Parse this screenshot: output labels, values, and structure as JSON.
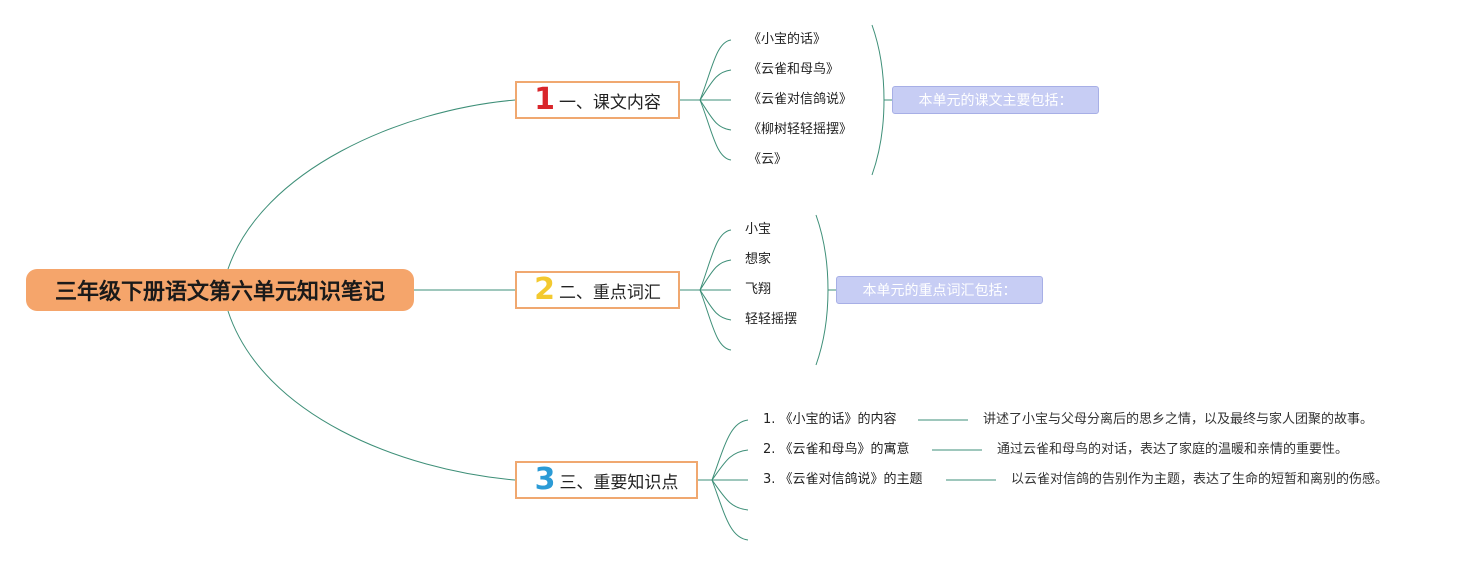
{
  "root": {
    "title": "三年级下册语文第六单元知识笔记"
  },
  "colors": {
    "root_fill": "#f5a56b",
    "branch_border": "#f0a870",
    "connector": "#3e8f78",
    "summary_fill": "#c7cdf4",
    "num1": "#d9262b",
    "num2": "#f3c92f",
    "num3": "#2b9bd6"
  },
  "branches": [
    {
      "number": "1",
      "label": "一、课文内容",
      "number_color": "#d9262b",
      "items": [
        "《小宝的话》",
        "《云雀和母鸟》",
        "《云雀对信鸽说》",
        "《柳树轻轻摇摆》",
        "《云》"
      ],
      "summary": "本单元的课文主要包括："
    },
    {
      "number": "2",
      "label": "二、重点词汇",
      "number_color": "#f3c92f",
      "items": [
        "小宝",
        "想家",
        "飞翔",
        "轻轻摇摆"
      ],
      "summary": "本单元的重点词汇包括："
    },
    {
      "number": "3",
      "label": "三、重要知识点",
      "number_color": "#2b9bd6",
      "items": [
        {
          "label": "1. 《小宝的话》的内容",
          "note": "讲述了小宝与父母分离后的思乡之情，以及最终与家人团聚的故事。"
        },
        {
          "label": "2. 《云雀和母鸟》的寓意",
          "note": "通过云雀和母鸟的对话，表达了家庭的温暖和亲情的重要性。"
        },
        {
          "label": "3. 《云雀对信鸽说》的主题",
          "note": "以云雀对信鸽的告别作为主题，表达了生命的短暂和离别的伤感。"
        }
      ]
    }
  ]
}
